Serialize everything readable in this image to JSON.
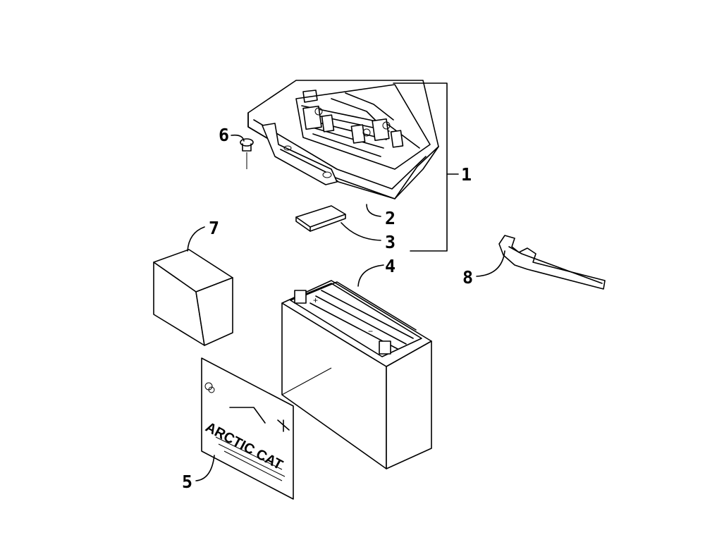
{
  "callouts": {
    "c1": "1",
    "c2": "2",
    "c3": "3",
    "c4": "4",
    "c5": "5",
    "c6": "6",
    "c7": "7",
    "c8": "8"
  },
  "decal": {
    "logo_text": "ARCTIC CAT"
  }
}
